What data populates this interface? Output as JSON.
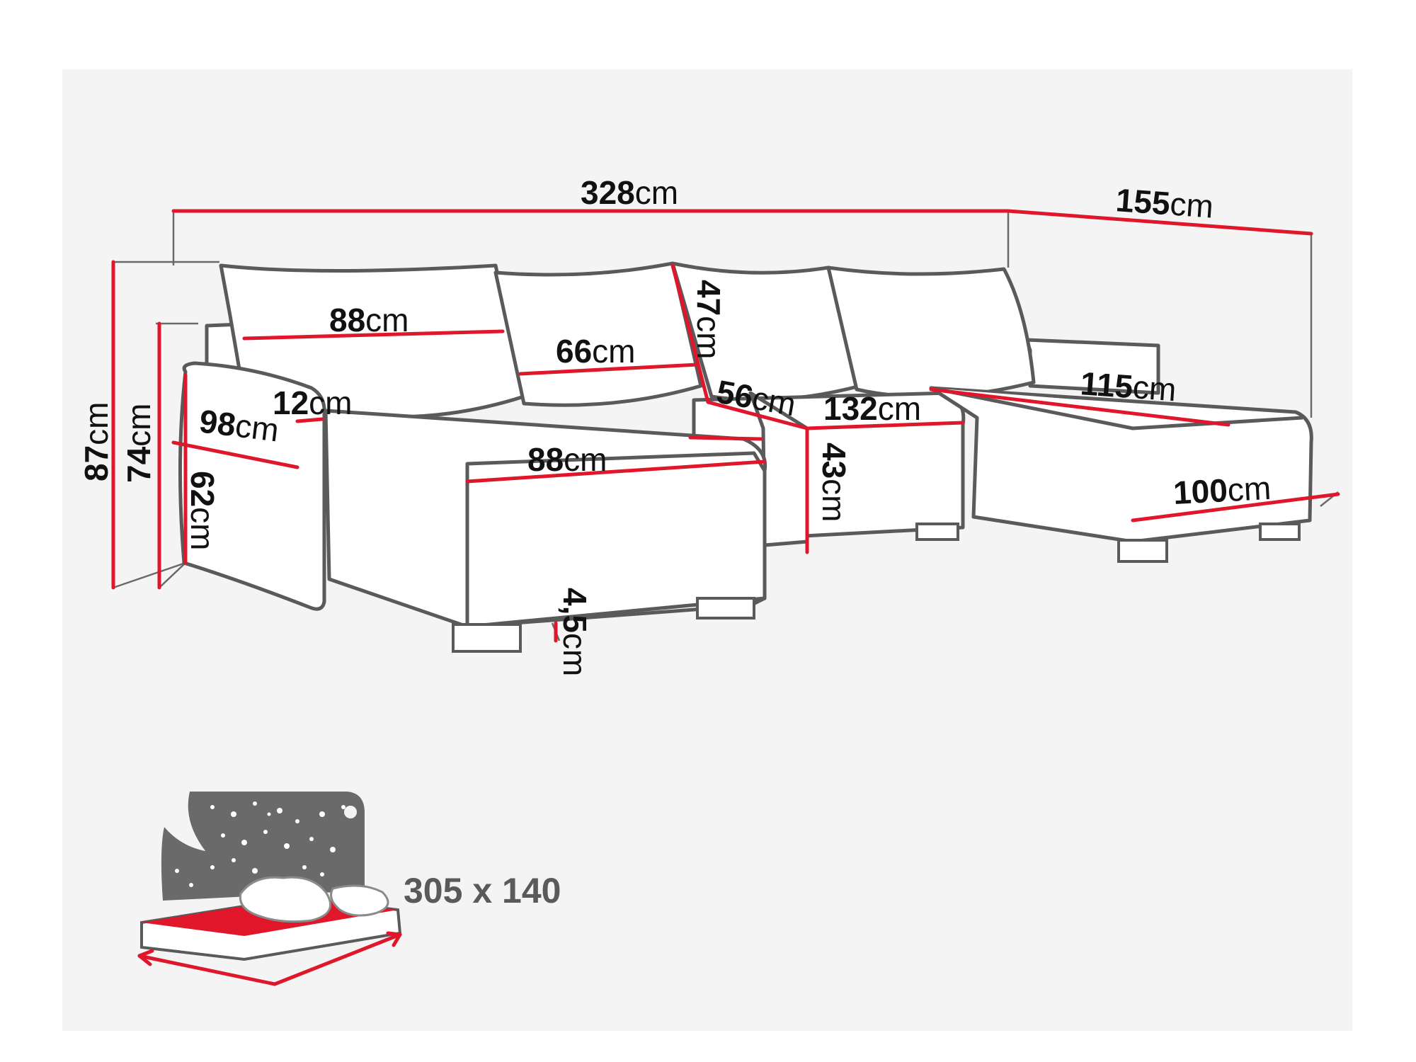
{
  "dimensions": [
    {
      "id": "total-width",
      "value": "328",
      "unit": "cm"
    },
    {
      "id": "chaise-depth",
      "value": "155",
      "unit": "cm"
    },
    {
      "id": "total-height",
      "value": "87",
      "unit": "cm"
    },
    {
      "id": "armrest-height",
      "value": "74",
      "unit": "cm"
    },
    {
      "id": "side-depth",
      "value": "98",
      "unit": "cm"
    },
    {
      "id": "side-height",
      "value": "62",
      "unit": "cm"
    },
    {
      "id": "armrest-width",
      "value": "12",
      "unit": "cm"
    },
    {
      "id": "cushion-1-width",
      "value": "88",
      "unit": "cm"
    },
    {
      "id": "cushion-2-width",
      "value": "66",
      "unit": "cm"
    },
    {
      "id": "backrest-height",
      "value": "47",
      "unit": "cm"
    },
    {
      "id": "seat-depth",
      "value": "56",
      "unit": "cm"
    },
    {
      "id": "middle-width",
      "value": "132",
      "unit": "cm"
    },
    {
      "id": "seat-height",
      "value": "43",
      "unit": "cm"
    },
    {
      "id": "left-chaise-width",
      "value": "88",
      "unit": "cm"
    },
    {
      "id": "right-chaise-length",
      "value": "115",
      "unit": "cm"
    },
    {
      "id": "right-chaise-width",
      "value": "100",
      "unit": "cm"
    },
    {
      "id": "leg-height",
      "value": "4,5",
      "unit": "cm"
    }
  ],
  "sleeping_area": "305 x 140",
  "colors": {
    "accent": "#e0162b",
    "outline": "#5a5a5a",
    "panel": "#f4f4f4"
  },
  "icons": [
    "bed-icon",
    "starry-night-icon",
    "pillow-icon",
    "width-arrow-icon"
  ]
}
